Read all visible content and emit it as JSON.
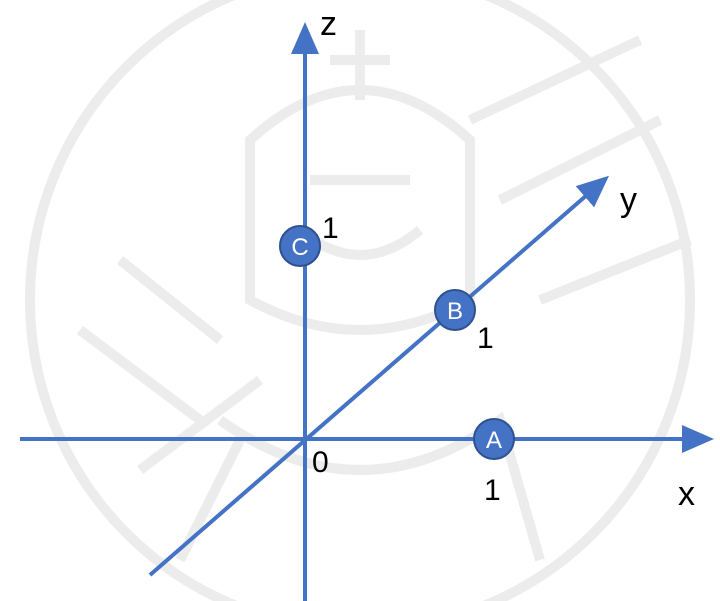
{
  "colors": {
    "axis": "#4472c4",
    "point_fill": "#4472c4",
    "point_stroke": "#2f528f",
    "point_text": "#ffffff",
    "watermark": "#ececec"
  },
  "watermark": {
    "icon": "seal-watermark-icon"
  },
  "axes": {
    "x_label": "x",
    "y_label": "y",
    "z_label": "z",
    "origin_label": "0"
  },
  "ticks": {
    "x_one": "1",
    "y_one": "1",
    "z_one": "1"
  },
  "points": [
    {
      "name": "A",
      "coords": [
        1,
        0,
        0
      ]
    },
    {
      "name": "B",
      "coords": [
        0,
        1,
        0
      ]
    },
    {
      "name": "C",
      "coords": [
        0,
        0,
        1
      ]
    }
  ]
}
